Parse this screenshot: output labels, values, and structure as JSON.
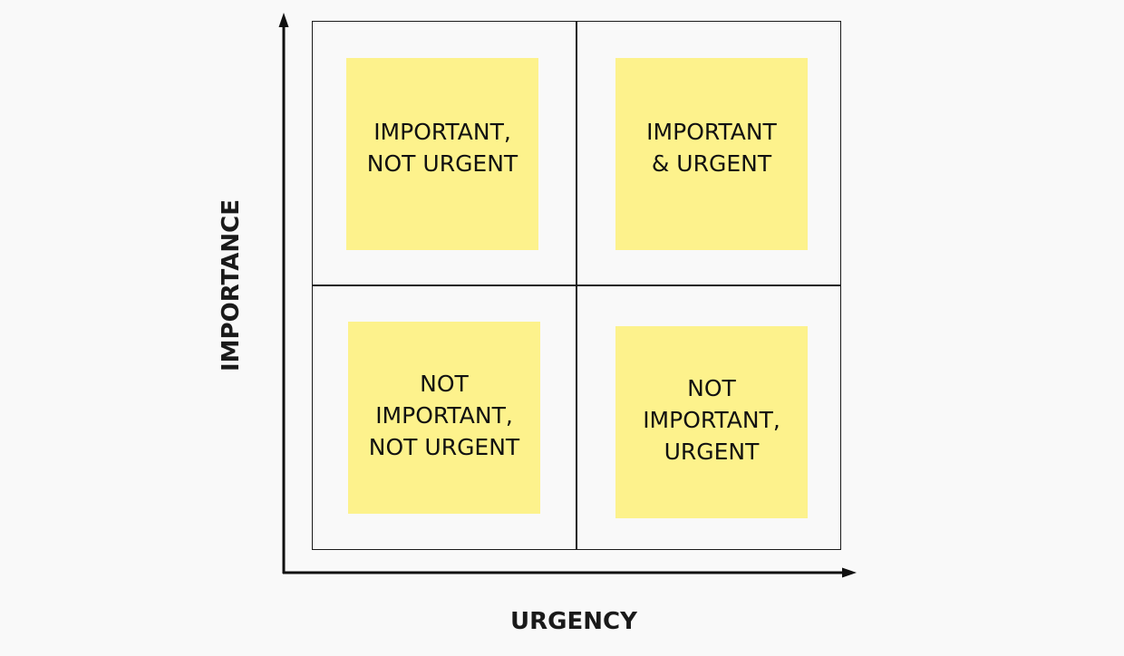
{
  "diagram": {
    "x_axis_label": "URGENCY",
    "y_axis_label": "IMPORTANCE",
    "quadrants": {
      "top_left": "IMPORTANT,\nNOT URGENT",
      "top_right": "IMPORTANT\n& URGENT",
      "bottom_left": "NOT\nIMPORTANT,\nNOT URGENT",
      "bottom_right": "NOT\nIMPORTANT,\nURGENT"
    },
    "colors": {
      "sticky_note": "#fdf28c",
      "lines": "#1a1a1a",
      "background": "#f9f9f9"
    }
  }
}
